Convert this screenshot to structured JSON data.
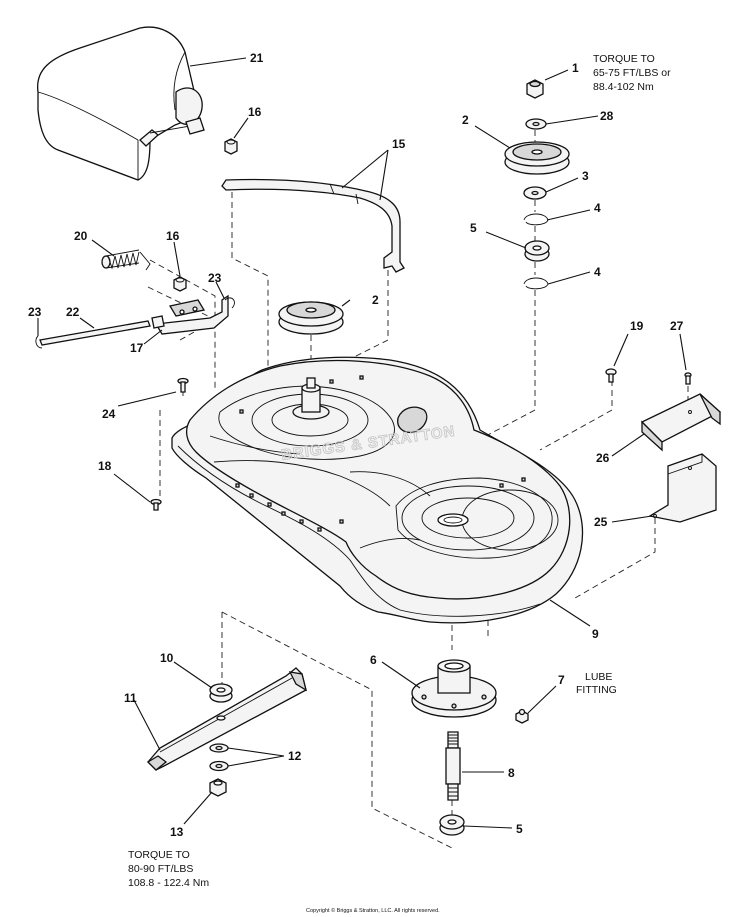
{
  "callouts": {
    "c1": "1",
    "c2a": "2",
    "c2b": "2",
    "c3": "3",
    "c4a": "4",
    "c4b": "4",
    "c5a": "5",
    "c5b": "5",
    "c6": "6",
    "c7": "7",
    "c8": "8",
    "c9": "9",
    "c10": "10",
    "c11": "11",
    "c12": "12",
    "c13": "13",
    "c15": "15",
    "c16a": "16",
    "c16b": "16",
    "c17": "17",
    "c18": "18",
    "c19": "19",
    "c20": "20",
    "c21": "21",
    "c22": "22",
    "c23a": "23",
    "c23b": "23",
    "c24": "24",
    "c25": "25",
    "c26": "26",
    "c27": "27",
    "c28": "28"
  },
  "notes": {
    "top_torque": [
      "TORQUE TO",
      "65-75 FT/LBS or",
      "88.4-102 Nm"
    ],
    "lube": [
      "LUBE",
      "FITTING"
    ],
    "bottom_torque": [
      "TORQUE TO",
      "80-90 FT/LBS",
      "108.8 - 122.4 Nm"
    ]
  },
  "watermark": "BRIGGS & STRATTON",
  "copyright": "Copyright © Briggs & Stratton, LLC. All rights reserved."
}
